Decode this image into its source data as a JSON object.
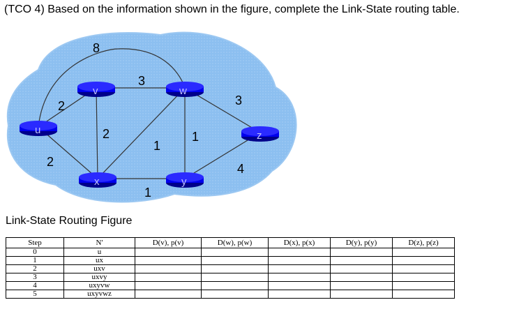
{
  "question": "(TCO 4) Based on the information shown in the figure, complete the Link-State routing table.",
  "caption": "Link-State Routing Figure",
  "colors": {
    "cloud": "#8cbff0",
    "router": "#0000ee",
    "router_top": "#2a2aff",
    "link": "#333333"
  },
  "nodes": [
    {
      "id": "u",
      "label": "u"
    },
    {
      "id": "v",
      "label": "v"
    },
    {
      "id": "w",
      "label": "w"
    },
    {
      "id": "x",
      "label": "x"
    },
    {
      "id": "y",
      "label": "y"
    },
    {
      "id": "z",
      "label": "z"
    }
  ],
  "links": [
    {
      "from": "u",
      "to": "v",
      "cost": "2"
    },
    {
      "from": "u",
      "to": "x",
      "cost": "2"
    },
    {
      "from": "u",
      "to": "w",
      "cost": "8"
    },
    {
      "from": "v",
      "to": "w",
      "cost": "3"
    },
    {
      "from": "v",
      "to": "x",
      "cost": "2"
    },
    {
      "from": "x",
      "to": "w",
      "cost": "1"
    },
    {
      "from": "x",
      "to": "y",
      "cost": "1"
    },
    {
      "from": "w",
      "to": "y",
      "cost": "1"
    },
    {
      "from": "w",
      "to": "z",
      "cost": "3"
    },
    {
      "from": "y",
      "to": "z",
      "cost": "4"
    }
  ],
  "table": {
    "headers": [
      "Step",
      "N'",
      "D(v), p(v)",
      "D(w), p(w)",
      "D(x), p(x)",
      "D(y), p(y)",
      "D(z), p(z)"
    ],
    "rows": [
      [
        "0",
        "u",
        "",
        "",
        "",
        "",
        ""
      ],
      [
        "1",
        "ux",
        "",
        "",
        "",
        "",
        ""
      ],
      [
        "2",
        "uxv",
        "",
        "",
        "",
        "",
        ""
      ],
      [
        "3",
        "uxvy",
        "",
        "",
        "",
        "",
        ""
      ],
      [
        "4",
        "uxyvw",
        "",
        "",
        "",
        "",
        ""
      ],
      [
        "5",
        "uxyvwz",
        "",
        "",
        "",
        "",
        ""
      ]
    ]
  }
}
